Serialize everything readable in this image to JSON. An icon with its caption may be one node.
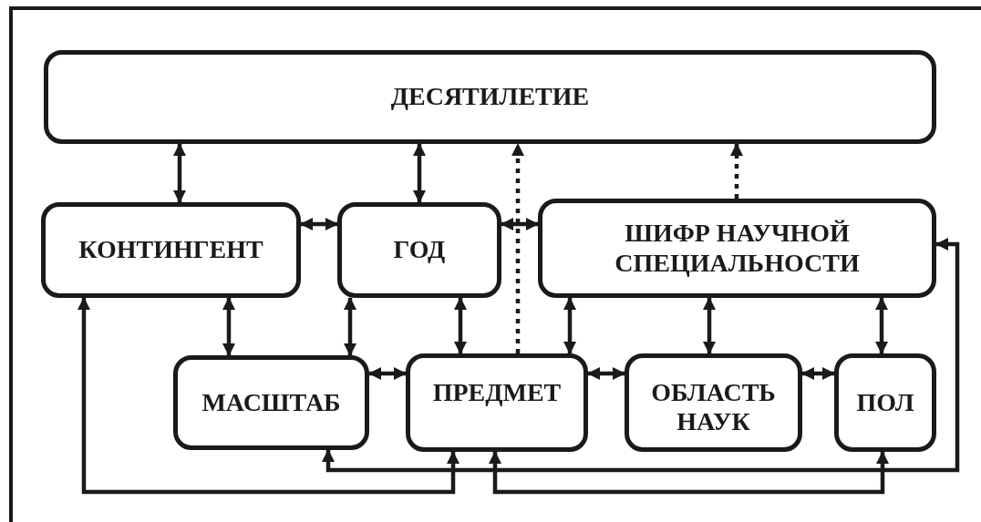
{
  "diagram": {
    "nodes": [
      {
        "text": [
          "ДЕСЯТИЛЕТИЕ"
        ]
      },
      {
        "text": [
          "КОНТИНГЕНТ"
        ]
      },
      {
        "text": [
          "ГОД"
        ]
      },
      {
        "text": [
          "ШИФР НАУЧНОЙ СПЕЦИАЛЬНОСТИ"
        ]
      },
      {
        "text": [
          "МАСШТАБ"
        ]
      },
      {
        "text": [
          "ПРЕДМЕТ"
        ]
      },
      {
        "text": [
          "ОБЛАСТЬ НАУК"
        ]
      },
      {
        "text": [
          "ПОЛ"
        ]
      }
    ],
    "edges": [
      {
        "from": 0,
        "to": 1,
        "arrow": "both"
      },
      {
        "from": 0,
        "to": 2,
        "arrow": "both"
      },
      {
        "from": 1,
        "to": 2,
        "arrow": "both"
      },
      {
        "from": 2,
        "to": 3,
        "arrow": "both"
      },
      {
        "from": 1,
        "to": 4,
        "arrow": "both"
      },
      {
        "from": 2,
        "to": 4,
        "arrow": "both"
      },
      {
        "from": 2,
        "to": 5,
        "arrow": "both"
      },
      {
        "from": 3,
        "to": 5,
        "arrow": "both"
      },
      {
        "from": 3,
        "to": 6,
        "arrow": "both"
      },
      {
        "from": 3,
        "to": 7,
        "arrow": "both"
      },
      {
        "from": 4,
        "to": 5,
        "arrow": "both"
      },
      {
        "from": 5,
        "to": 6,
        "arrow": "both"
      },
      {
        "from": 6,
        "to": 7,
        "arrow": "both"
      },
      {
        "from": 5,
        "to": 0,
        "arrow": "to",
        "style": "dashed"
      },
      {
        "from": 3,
        "to": 0,
        "arrow": "to",
        "style": "dashed"
      },
      {
        "from": 4,
        "to": 3,
        "arrow": "both"
      },
      {
        "from": 1,
        "to": 5,
        "arrow": "both"
      },
      {
        "from": 5,
        "to": 7,
        "arrow": "both"
      }
    ]
  }
}
